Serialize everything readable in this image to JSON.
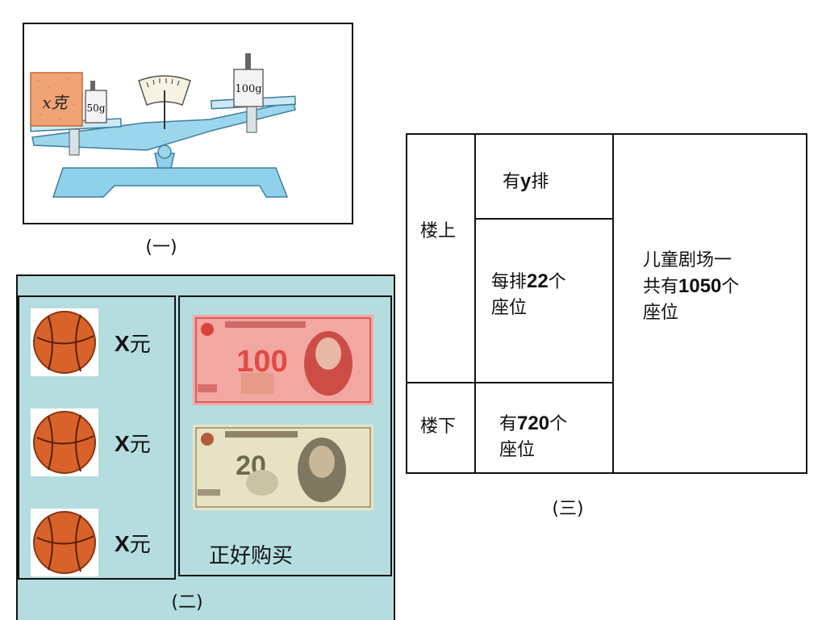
{
  "panel1": {
    "caption": "(一)",
    "block_label": "x克",
    "weight_left": "50g",
    "weight_right": "100g"
  },
  "panel2": {
    "caption": "(二)",
    "items": [
      {
        "price_var": "X",
        "price_unit": "元"
      },
      {
        "price_var": "X",
        "price_unit": "元"
      },
      {
        "price_var": "X",
        "price_unit": "元"
      }
    ],
    "note_100": "100",
    "note_20": "20",
    "buy_label": "正好购买"
  },
  "panel3": {
    "caption": "(三)",
    "upstairs": "楼上",
    "downstairs": "楼下",
    "rows_pre": "有",
    "rows_var": "y",
    "rows_post": "排",
    "per_row_pre": "每排",
    "per_row_num": "22",
    "per_row_post": "个",
    "per_row_line2": "座位",
    "down_pre": "有",
    "down_num": "720",
    "down_post": "个",
    "down_line2": "座位",
    "total_line1": "儿童剧场一",
    "total_pre": "共有",
    "total_num": "1050",
    "total_post": "个",
    "total_line3": "座位"
  }
}
